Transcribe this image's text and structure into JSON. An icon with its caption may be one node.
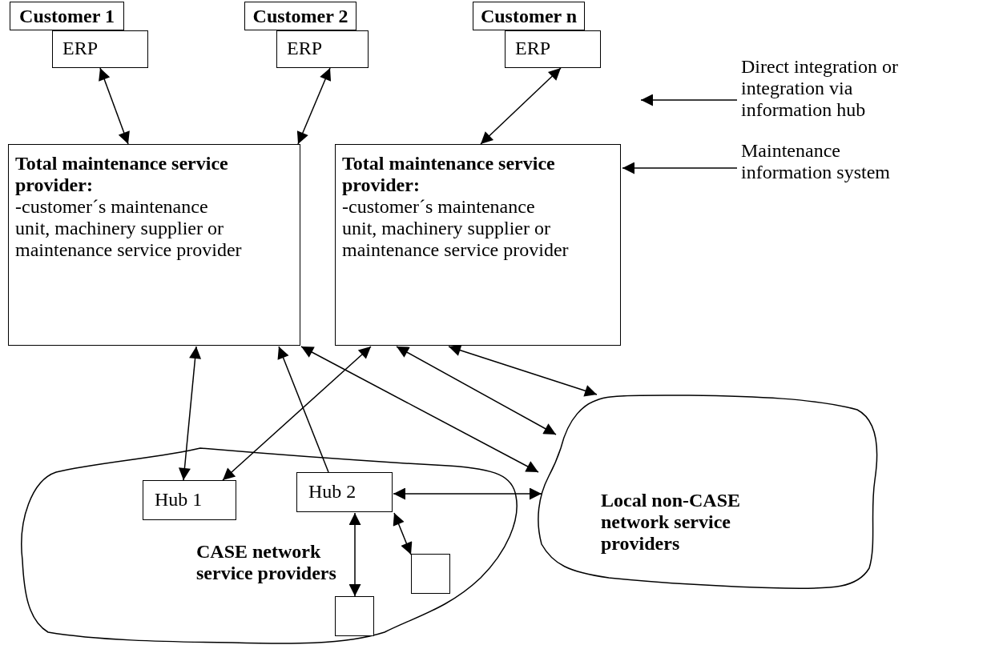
{
  "diagram": {
    "nodes": [
      {
        "text": [
          "Customer 1"
        ]
      },
      {
        "text": [
          "ERP"
        ]
      },
      {
        "text": [
          "Customer 2"
        ]
      },
      {
        "text": [
          "ERP"
        ]
      },
      {
        "text": [
          "Customer n"
        ]
      },
      {
        "text": [
          "ERP"
        ]
      },
      {
        "text": [
          "Total maintenance service provider:",
          "-customer´s maintenance unit, machinery supplier or maintenance service provider"
        ]
      },
      {
        "text": [
          "Total maintenance service provider:",
          "-customer´s maintenance unit, machinery supplier or maintenance service provider"
        ]
      },
      {
        "text": [
          "Direct integration or integration via information hub"
        ]
      },
      {
        "text": [
          "Maintenance information system"
        ]
      },
      {
        "text": [
          "CASE network service providers"
        ]
      },
      {
        "text": [
          "Hub 1"
        ],
        "in": 10
      },
      {
        "text": [
          "Hub 2"
        ],
        "in": 10
      },
      {
        "text": [],
        "shape": "box",
        "in": 10
      },
      {
        "text": [],
        "shape": "box",
        "in": 10
      },
      {
        "text": [
          "Local non-CASE network service providers"
        ]
      }
    ],
    "edges": [
      {
        "from": 1,
        "to": 6,
        "arrow": "both"
      },
      {
        "from": 3,
        "to": 6,
        "arrow": "both"
      },
      {
        "from": 5,
        "to": 7,
        "arrow": "both"
      },
      {
        "from": 8,
        "to": null,
        "arrow": "to"
      },
      {
        "from": 9,
        "to": 7,
        "arrow": "to"
      },
      {
        "from": 6,
        "to": 11,
        "arrow": "both"
      },
      {
        "from": 12,
        "to": 6,
        "arrow": "to"
      },
      {
        "from": 7,
        "to": 11,
        "arrow": "both"
      },
      {
        "from": 6,
        "to": 15,
        "arrow": "both"
      },
      {
        "from": 7,
        "to": 15,
        "arrow": "both"
      },
      {
        "from": 7,
        "to": 15,
        "arrow": "both"
      },
      {
        "from": 12,
        "to": 15,
        "arrow": "both"
      },
      {
        "from": 12,
        "to": 13,
        "arrow": "both"
      },
      {
        "from": 12,
        "to": 14,
        "arrow": "both"
      }
    ]
  }
}
